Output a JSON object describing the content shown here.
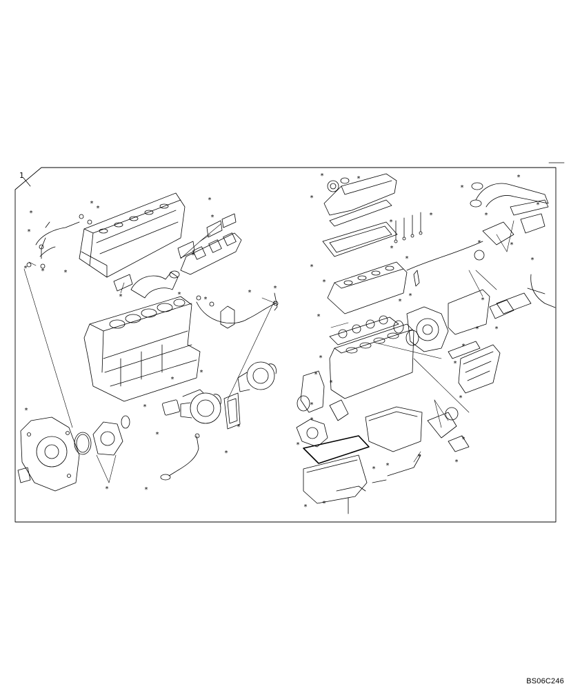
{
  "diagram": {
    "reference_number": "1",
    "kit_marker": "*",
    "figure_code": "BS06C246",
    "kit_marker_count_left": 24,
    "kit_marker_count_right": 38
  }
}
